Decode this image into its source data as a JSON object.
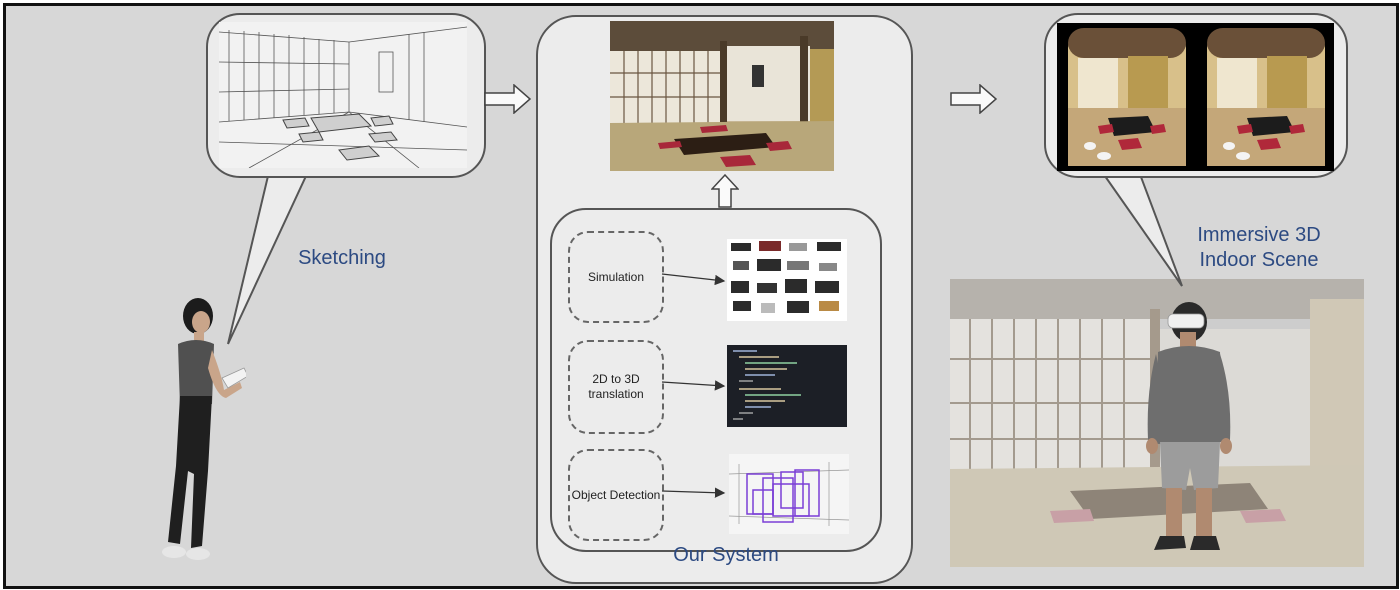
{
  "labels": {
    "sketching": "Sketching",
    "immersive": "Immersive 3D Indoor Scene",
    "our_system": "Our System"
  },
  "modules": [
    {
      "label": "Simulation"
    },
    {
      "label": "2D to 3D translation"
    },
    {
      "label": "Object Detection"
    }
  ],
  "colors": {
    "background": "#d7d7d7",
    "label_blue": "#2c4a82",
    "detection_box": "#7b3fd6",
    "cushion_red": "#a8283a"
  }
}
